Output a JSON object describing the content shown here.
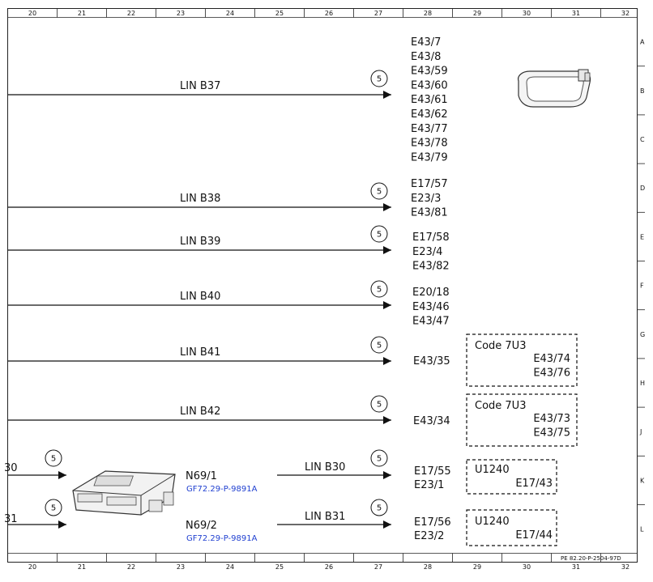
{
  "ruler": {
    "columns": [
      "20",
      "21",
      "22",
      "23",
      "24",
      "25",
      "26",
      "27",
      "28",
      "29",
      "30",
      "31",
      "32"
    ],
    "rows": [
      "A",
      "B",
      "C",
      "D",
      "E",
      "F",
      "G",
      "H",
      "J",
      "K",
      "L"
    ]
  },
  "reference": "PE 82.20-P-2504-97D",
  "edge_labels": [
    "30",
    "31"
  ],
  "lines": [
    {
      "name": "LIN B37",
      "marker": "5",
      "codes": [
        "E43/7",
        "E43/8",
        "E43/59",
        "E43/60",
        "E43/61",
        "E43/62",
        "E43/77",
        "E43/78",
        "E43/79"
      ]
    },
    {
      "name": "LIN B38",
      "marker": "5",
      "codes": [
        "E17/57",
        "E23/3",
        "E43/81"
      ]
    },
    {
      "name": "LIN B39",
      "marker": "5",
      "codes": [
        "E17/58",
        "E23/4",
        "E43/82"
      ]
    },
    {
      "name": "LIN B40",
      "marker": "5",
      "codes": [
        "E20/18",
        "E43/46",
        "E43/47"
      ]
    },
    {
      "name": "LIN B41",
      "marker": "5",
      "codes": [
        "E43/35"
      ]
    },
    {
      "name": "LIN B42",
      "marker": "5",
      "codes": [
        "E43/34"
      ]
    }
  ],
  "boxes": [
    {
      "title": "Code 7U3",
      "codes": [
        "E43/74",
        "E43/76"
      ]
    },
    {
      "title": "Code 7U3",
      "codes": [
        "E43/73",
        "E43/75"
      ]
    },
    {
      "title": "U1240",
      "codes": [
        "E17/43"
      ]
    },
    {
      "title": "U1240",
      "codes": [
        "E17/44"
      ]
    }
  ],
  "modules": [
    {
      "id": "N69/1",
      "link": "GF72.29-P-9891A",
      "out_line": "LIN B30",
      "in_marker": "5",
      "out_marker": "5",
      "codes": [
        "E17/55",
        "E23/1"
      ]
    },
    {
      "id": "N69/2",
      "link": "GF72.29-P-9891A",
      "out_line": "LIN B31",
      "in_marker": "5",
      "out_marker": "5",
      "codes": [
        "E17/56",
        "E23/2"
      ]
    }
  ]
}
